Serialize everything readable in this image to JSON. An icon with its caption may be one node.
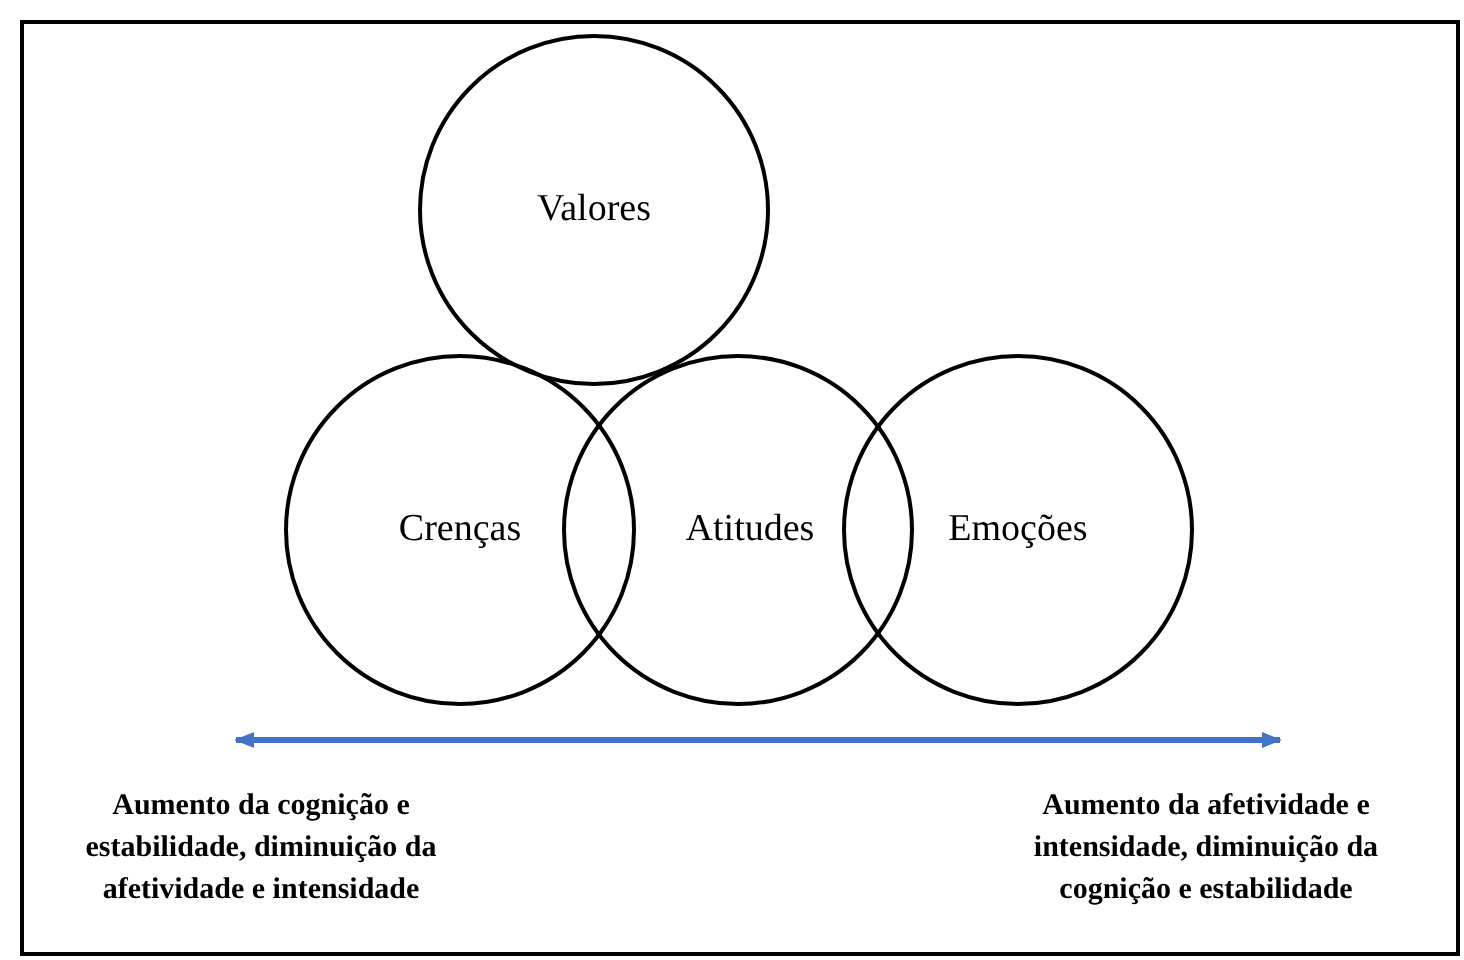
{
  "diagram": {
    "nodes": [
      {
        "text": [
          "Valores"
        ]
      },
      {
        "text": [
          "Crenças"
        ]
      },
      {
        "text": [
          "Atitudes"
        ]
      },
      {
        "text": [
          "Emoções"
        ]
      },
      {
        "text": [
          "Aumento da cognição e estabilidade, diminuição da afetividade e intensidade"
        ]
      },
      {
        "text": [
          "Aumento da afetividade e intensidade, diminuição da cognição e estabilidade"
        ]
      }
    ],
    "edges": [
      {
        "from": 4,
        "to": 5,
        "arrow": "both",
        "color": "#4472c4"
      }
    ]
  }
}
